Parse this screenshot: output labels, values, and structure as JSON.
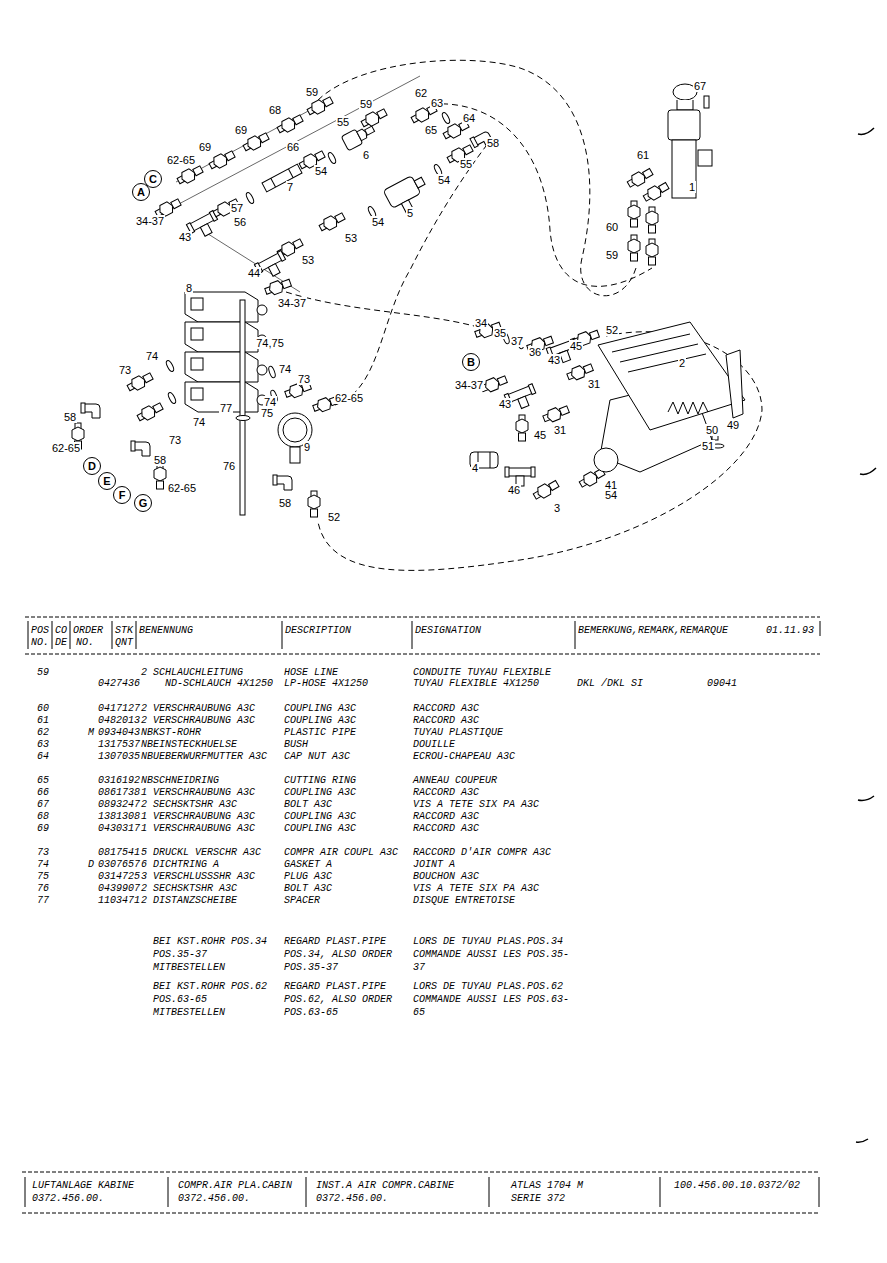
{
  "diagram": {
    "nodes": [
      {
        "text": [
          "C"
        ]
      },
      {
        "text": [
          "A"
        ]
      },
      {
        "text": [
          "B"
        ]
      },
      {
        "text": [
          "D"
        ]
      },
      {
        "text": [
          "E"
        ]
      },
      {
        "text": [
          "F"
        ]
      },
      {
        "text": [
          "G"
        ]
      }
    ],
    "labels": [
      "59",
      "62",
      "67",
      "63",
      "59",
      "68",
      "64",
      "55",
      "69",
      "65",
      "58",
      "69",
      "66",
      "6",
      "61",
      "62-65",
      "55",
      "54",
      "54",
      "7",
      "1",
      "57",
      "5",
      "34-37",
      "56",
      "54",
      "60",
      "43",
      "53",
      "59",
      "53",
      "44",
      "8",
      "34-37",
      "34",
      "52",
      "35",
      "37",
      "74,75",
      "45",
      "36",
      "74",
      "43",
      "2",
      "74",
      "73",
      "73",
      "31",
      "34-37",
      "62-65",
      "74",
      "43",
      "77",
      "75",
      "58",
      "74",
      "49",
      "50",
      "31",
      "45",
      "73",
      "51",
      "62-65",
      "9",
      "58",
      "76",
      "4",
      "41",
      "62-65",
      "46",
      "54",
      "58",
      "3",
      "52",
      "POS",
      "CO",
      "ORDER",
      "STK",
      "BENENNUNG",
      "DESCRIPTION",
      "DESIGNATION",
      "BEMERKUNG,REMARK,REMARQUE",
      "01.11.93",
      "NO.",
      "DE",
      "NO.",
      "QNT",
      "59",
      "2",
      "SCHLAUCHLEITUNG",
      "HOSE LINE",
      "CONDUITE TUYAU FLEXIBLE",
      "0427436",
      "ND-SCHLAUCH 4X1250",
      "LP-HOSE 4X1250",
      "TUYAU FLEXIBLE 4X1250",
      "DKL /DKL SI",
      "09041",
      "60",
      "0417127",
      "2",
      "VERSCHRAUBUNG A3C",
      "COUPLING A3C",
      "RACCORD A3C",
      "61",
      "0482013",
      "2",
      "VERSCHRAUBUNG A3C",
      "COUPLING A3C",
      "RACCORD A3C",
      "62",
      "M",
      "0934043",
      "NB",
      "KST-ROHR",
      "PLASTIC PIPE",
      "TUYAU PLASTIQUE",
      "63",
      "1317537",
      "NB",
      "EINSTECKHUELSE",
      "BUSH",
      "DOUILLE",
      "64",
      "1307035",
      "NB",
      "UEBERWURFMUTTER A3C",
      "CAP NUT A3C",
      "ECROU-CHAPEAU A3C",
      "65",
      "0316192",
      "NB",
      "SCHNEIDRING",
      "CUTTING RING",
      "ANNEAU COUPEUR",
      "66",
      "0861738",
      "1",
      "VERSCHRAUBUNG A3C",
      "COUPLING A3C",
      "RACCORD A3C",
      "67",
      "0893247",
      "2",
      "SECHSKTSHR A3C",
      "BOLT A3C",
      "VIS A TETE SIX PA A3C",
      "68",
      "1381308",
      "1",
      "VERSCHRAUBUNG A3C",
      "COUPLING A3C",
      "RACCORD A3C",
      "69",
      "0430317",
      "1",
      "VERSCHRAUBUNG A3C",
      "COUPLING A3C",
      "RACCORD A3C",
      "73",
      "0817541",
      "5",
      "DRUCKL VERSCHR A3C",
      "COMPR AIR COUPL A3C",
      "RACCORD D'AIR COMPR A3C",
      "74",
      "D",
      "0307657",
      "6",
      "DICHTRING A",
      "GASKET A",
      "JOINT A",
      "75",
      "0314725",
      "3",
      "VERSCHLUSSSHR A3C",
      "PLUG A3C",
      "BOUCHON A3C",
      "76",
      "0439907",
      "2",
      "SECHSKTSHR A3C",
      "BOLT A3C",
      "VIS A TETE SIX PA A3C",
      "77",
      "1103471",
      "2",
      "DISTANZSCHEIBE",
      "SPACER",
      "DISQUE ENTRETOISE",
      "BEI KST.ROHR POS.34 POS.35-37 MITBESTELLEN",
      "REGARD PLAST.PIPE POS.34, ALSO ORDER POS.35-37",
      "LORS DE TUYAU PLAS.POS.34 COMMANDE AUSSI LES POS.35-37",
      "BEI KST.ROHR POS.62 POS.63-65 MITBESTELLEN",
      "REGARD PLAST.PIPE POS.62, ALSO ORDER POS.63-65",
      "LORS DE TUYAU PLAS.POS.62 COMMANDE AUSSI LES POS.63-65",
      "LUFTANLAGE KABINE",
      "0372.456.00.",
      "COMPR.AIR PLA.CABIN",
      "0372.456.00.",
      "INST.A AIR COMPR.CABINE",
      "0372.456.00.",
      "ATLAS 1704 M",
      "SERIE 372",
      "100.456.00.10.0372/02"
    ]
  }
}
